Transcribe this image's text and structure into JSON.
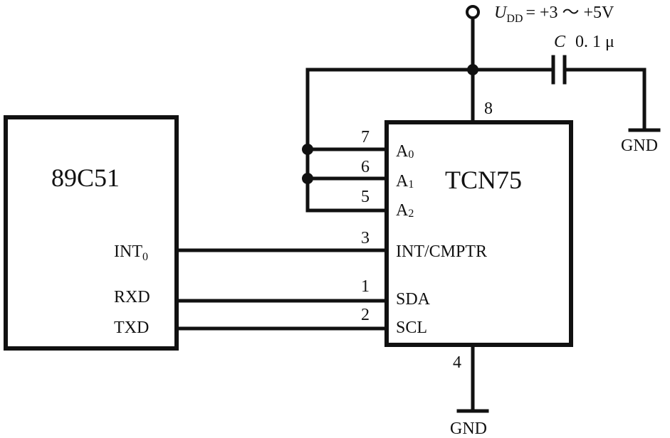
{
  "supply": {
    "label": "U",
    "label_sub": "DD",
    "value": "= +3 ～ +5V"
  },
  "capacitor": {
    "label": "C",
    "value": "0. 1 μ"
  },
  "gnd_labels": {
    "cap": "GND",
    "bottom": "GND"
  },
  "mcu": {
    "name": "89C51",
    "pins": {
      "int0": "INT",
      "int0_sub": "0",
      "rxd": "RXD",
      "txd": "TXD"
    }
  },
  "sensor": {
    "name": "TCN75",
    "pins": {
      "a0": "A",
      "a0_sub": "0",
      "a1": "A",
      "a1_sub": "1",
      "a2": "A",
      "a2_sub": "2",
      "int": "INT/CMPTR",
      "sda": "SDA",
      "scl": "SCL"
    },
    "pin_numbers": {
      "vdd": "8",
      "a0": "7",
      "a1": "6",
      "a2": "5",
      "int": "3",
      "sda": "1",
      "scl": "2",
      "gnd": "4"
    }
  }
}
